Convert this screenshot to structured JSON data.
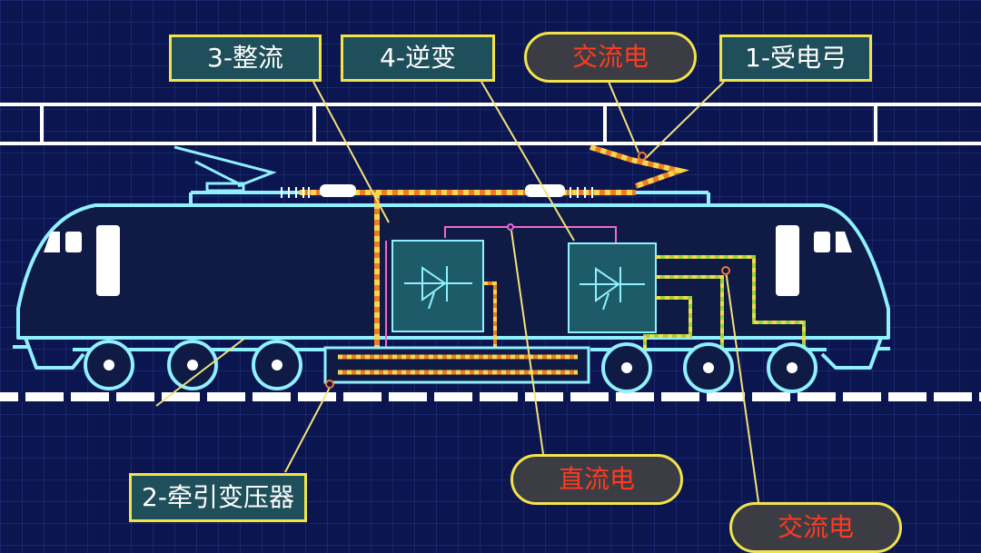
{
  "labels": {
    "rectifier": "3-整流",
    "inverter": "4-逆变",
    "pantograph": "1-受电弓",
    "transformer": "2-牵引变压器"
  },
  "callouts": {
    "ac_top": "交流电",
    "dc": "直流电",
    "ac_bottom": "交流电"
  },
  "colors": {
    "background": "#0b1550",
    "outline": "#8ff0ff",
    "label_fill": "#1f4f5a",
    "label_border": "#f3e34a",
    "callout_text": "#ff3b20",
    "ac_line_orange": "#f07a2a",
    "ac_line_yellow": "#f2d84a",
    "dc_line_pink": "#f06ad0",
    "motor_line_green": "#9ad43a"
  }
}
